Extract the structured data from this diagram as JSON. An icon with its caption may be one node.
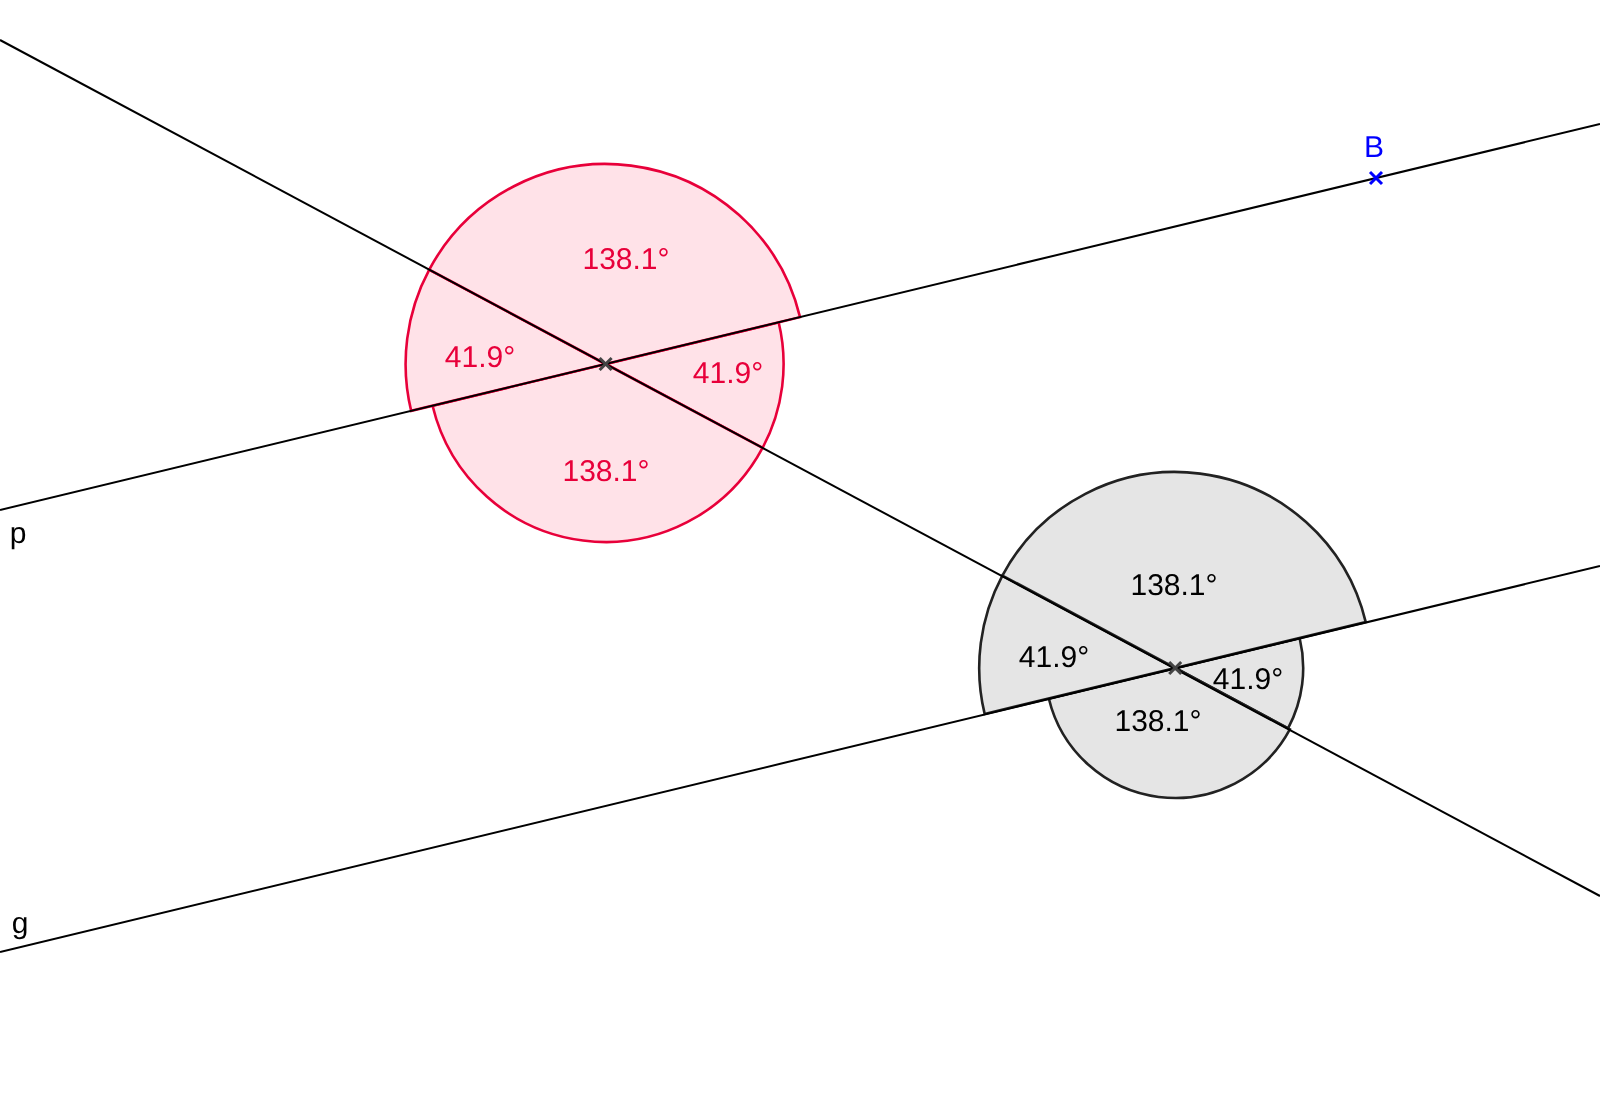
{
  "diagram": {
    "labels": [
      "B",
      "138.1°",
      "41.9°",
      "41.9°",
      "138.1°",
      "p",
      "138.1°",
      "41.9°",
      "41.9°",
      "138.1°",
      "g"
    ]
  }
}
